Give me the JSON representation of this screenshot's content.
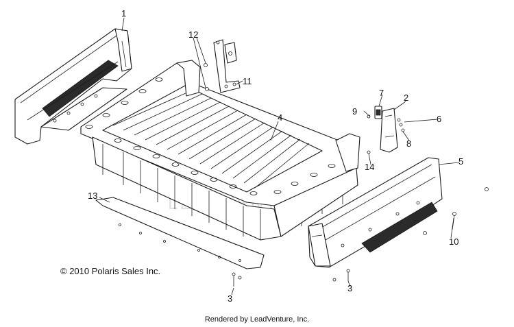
{
  "callouts": [
    {
      "id": "1",
      "label": "1"
    },
    {
      "id": "2",
      "label": "2"
    },
    {
      "id": "3a",
      "label": "3"
    },
    {
      "id": "3b",
      "label": "3"
    },
    {
      "id": "4",
      "label": "4"
    },
    {
      "id": "5",
      "label": "5"
    },
    {
      "id": "6",
      "label": "6"
    },
    {
      "id": "7",
      "label": "7"
    },
    {
      "id": "8",
      "label": "8"
    },
    {
      "id": "9",
      "label": "9"
    },
    {
      "id": "10",
      "label": "10"
    },
    {
      "id": "11",
      "label": "11"
    },
    {
      "id": "12",
      "label": "12"
    },
    {
      "id": "13",
      "label": "13"
    },
    {
      "id": "14",
      "label": "14"
    }
  ],
  "copyright": "© 2010 Polaris Sales Inc.",
  "footer": "Rendered by LeadVenture, Inc.",
  "watermark": "LEADVENTURE"
}
